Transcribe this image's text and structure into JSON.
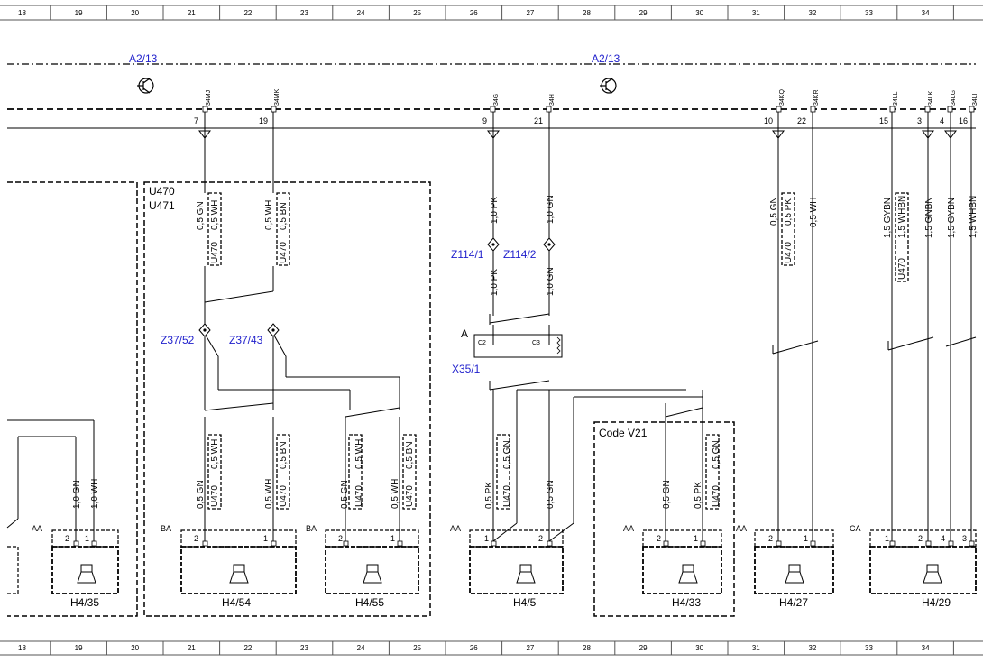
{
  "grid_numbers": [
    "18",
    "19",
    "20",
    "21",
    "22",
    "23",
    "24",
    "25",
    "26",
    "27",
    "28",
    "29",
    "30",
    "31",
    "32",
    "33",
    "34"
  ],
  "control_units": [
    {
      "id": "cu1",
      "label": "A2/13"
    },
    {
      "id": "cu2",
      "label": "A2/13"
    }
  ],
  "bus_pins": [
    {
      "id": "p7",
      "code": "34MJ",
      "num": "7"
    },
    {
      "id": "p19",
      "code": "34MK",
      "num": "19"
    },
    {
      "id": "p9",
      "code": "34G",
      "num": "9"
    },
    {
      "id": "p21",
      "code": "34H",
      "num": "21"
    },
    {
      "id": "p10",
      "code": "34KQ",
      "num": "10"
    },
    {
      "id": "p22",
      "code": "34KR",
      "num": "22"
    },
    {
      "id": "p15",
      "code": "34LL",
      "num": "15"
    },
    {
      "id": "p3",
      "code": "34LK",
      "num": "3"
    },
    {
      "id": "p4",
      "code": "34LG",
      "num": "4"
    },
    {
      "id": "p16",
      "code": "34LI",
      "num": "16"
    }
  ],
  "option_box": {
    "line1": "U470",
    "line2": "U471"
  },
  "code_box": {
    "label": "Code V21"
  },
  "splices": [
    {
      "id": "s1",
      "label": "Z114/1"
    },
    {
      "id": "s2",
      "label": "Z114/2"
    },
    {
      "id": "s3",
      "label": "Z37/52"
    },
    {
      "id": "s4",
      "label": "Z37/43"
    }
  ],
  "connector": {
    "label": "A",
    "id_label": "X35/1",
    "pin_c2": "C2",
    "pin_c3": "C3"
  },
  "wire_labels": {
    "top_gn": "0,5 GN",
    "top_wh": "0,5 WH",
    "top_wh2": "0,5 WH",
    "top_bn": "0,5 BN",
    "u470": "U470",
    "pk10a": "1,0 PK",
    "gn10a": "1,0 GN",
    "pk10b": "1,0 PK",
    "gn10b": "1,0 GN",
    "r_gn": "0,5 GN",
    "r_pk": "0,5 PK",
    "r_wh": "0,5 WH",
    "gybn15": "1,5 GYBN",
    "whbn15": "1,5 WHBN",
    "gnbn15": "1,5 GNBN",
    "gybn15b": "1,5 GYBN",
    "whbn15b": "1,5 WHBN",
    "b35_gn": "1,0 GN",
    "b35_wh": "1,0 WH",
    "b54_wh": "0,5 WH",
    "b54_gn": "0,5 GN",
    "b54_bn": "0,5 BN",
    "b54_wh2": "0,5 WH",
    "b55_wh": "0,5 WH",
    "b55_gn": "0,5 GN",
    "b55_bn": "0,5 BN",
    "b55_wh2": "0,5 WH",
    "b5_gn": "0,5 GN",
    "b5_pk": "0,5 PK",
    "b5_gn2": "0,5 GN",
    "b33_gn": "0,5 GN",
    "b33_pk": "0,5 PK",
    "b33_gn2": "0,5 GN"
  },
  "speakers": [
    {
      "id": "h435",
      "name": "H4/35",
      "conn": "AA",
      "pin_a": "2",
      "pin_b": "1"
    },
    {
      "id": "h454",
      "name": "H4/54",
      "conn": "BA",
      "pin_a": "2",
      "pin_b": "1"
    },
    {
      "id": "h455",
      "name": "H4/55",
      "conn": "BA",
      "pin_a": "2",
      "pin_b": "1"
    },
    {
      "id": "h45",
      "name": "H4/5",
      "conn": "AA",
      "pin_a": "1",
      "pin_b": "2"
    },
    {
      "id": "h433",
      "name": "H4/33",
      "conn": "AA",
      "pin_a": "2",
      "pin_b": "1"
    },
    {
      "id": "h427",
      "name": "H4/27",
      "conn": "AA",
      "pin_a": "2",
      "pin_b": "1"
    },
    {
      "id": "h429",
      "name": "H4/29",
      "conn": "CA",
      "pin_a": "1",
      "pin_b": "2",
      "pin_c": "4",
      "pin_d": "3"
    }
  ],
  "colors": {
    "line": "#000000",
    "accent_text": "#1f1fcc",
    "frame": "#555555"
  }
}
